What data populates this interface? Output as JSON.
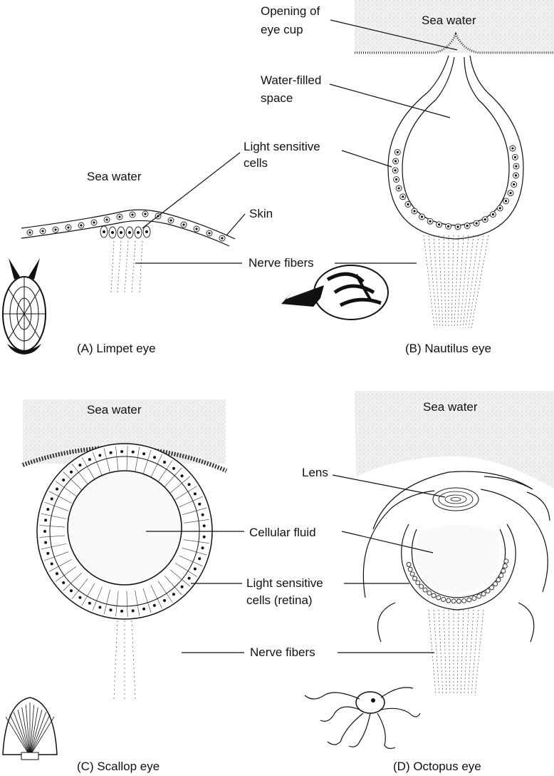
{
  "panels": {
    "limpet": {
      "caption": "(A) Limpet eye",
      "sea_water": "Sea water",
      "light_cells": [
        "Light sensitive",
        "cells"
      ],
      "skin": "Skin"
    },
    "nautilus": {
      "caption": "(B) Nautilus eye",
      "sea_water": "Sea water",
      "opening": [
        "Opening of",
        "eye cup"
      ],
      "water_space": [
        "Water-filled",
        "space"
      ]
    },
    "shared_top": {
      "nerve_fibers": "Nerve fibers"
    },
    "scallop": {
      "caption": "(C) Scallop eye",
      "sea_water": "Sea water"
    },
    "octopus": {
      "caption": "(D) Octopus eye",
      "sea_water": "Sea water",
      "lens": "Lens"
    },
    "shared_bottom": {
      "cellular_fluid": "Cellular fluid",
      "light_cells_retina": [
        "Light sensitive",
        "cells (retina)"
      ],
      "nerve_fibers": "Nerve fibers"
    }
  }
}
